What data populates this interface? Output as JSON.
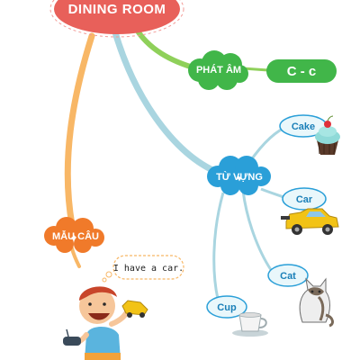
{
  "title": "DINING ROOM",
  "branches": {
    "pronunciation": {
      "label": "PHÁT ÂM",
      "value": "C - c"
    },
    "vocabulary": {
      "label": "TỪ VỰNG",
      "words": [
        "Cake",
        "Car",
        "Cat",
        "Cup"
      ]
    },
    "sentence_pattern": {
      "label": "MẪU CÂU",
      "example": "I have a car."
    }
  },
  "colors": {
    "title_bubble": "#e8605a",
    "pronunciation_green": "#41b649",
    "vocabulary_blue": "#2a9fd8",
    "vocab_bubble": "#e9f7fb",
    "sentence_orange": "#f07a2a",
    "branch_light_blue": "#a9d5e0",
    "branch_orange": "#f8b766",
    "branch_green": "#8fd05a"
  },
  "icons": [
    "cupcake-icon",
    "toy-car-icon",
    "cat-icon",
    "cup-icon",
    "boy-with-toy-car-icon"
  ]
}
